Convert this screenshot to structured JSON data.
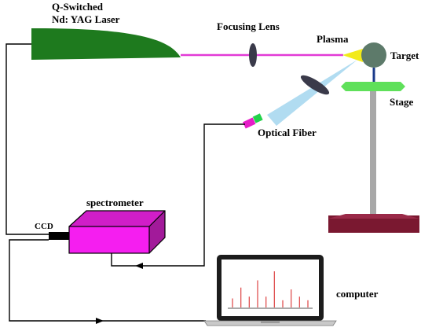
{
  "labels": {
    "laser_line1": "Q-Switched",
    "laser_line2": "Nd: YAG Laser",
    "focusing_lens": "Focusing Lens",
    "plasma": "Plasma",
    "target": "Target",
    "stage": "Stage",
    "optical_fiber": "Optical Fiber",
    "spectrometer": "spectrometer",
    "ccd": "CCD",
    "computer": "computer"
  },
  "colors": {
    "laser_body": "#1e7a1e",
    "beam": "#e23ad6",
    "lens": "#3a3a4a",
    "plasma": "#f2ea1a",
    "target": "#5d7a6a",
    "stage_top": "#5fe05a",
    "stage_pole": "#a8a8a8",
    "stage_base": "#7a1830",
    "collection_cone": "#a9d8ef",
    "fiber_magenta": "#e61ec8",
    "fiber_green": "#22d24a",
    "spectrometer": "#f51ef0",
    "spectrum_peaks": "#e05050",
    "wires": "#000000"
  },
  "spectrum_peaks_relative_height": [
    0.25,
    0.55,
    0.3,
    0.75,
    0.3,
    1.0,
    0.2,
    0.5,
    0.3,
    0.2
  ]
}
